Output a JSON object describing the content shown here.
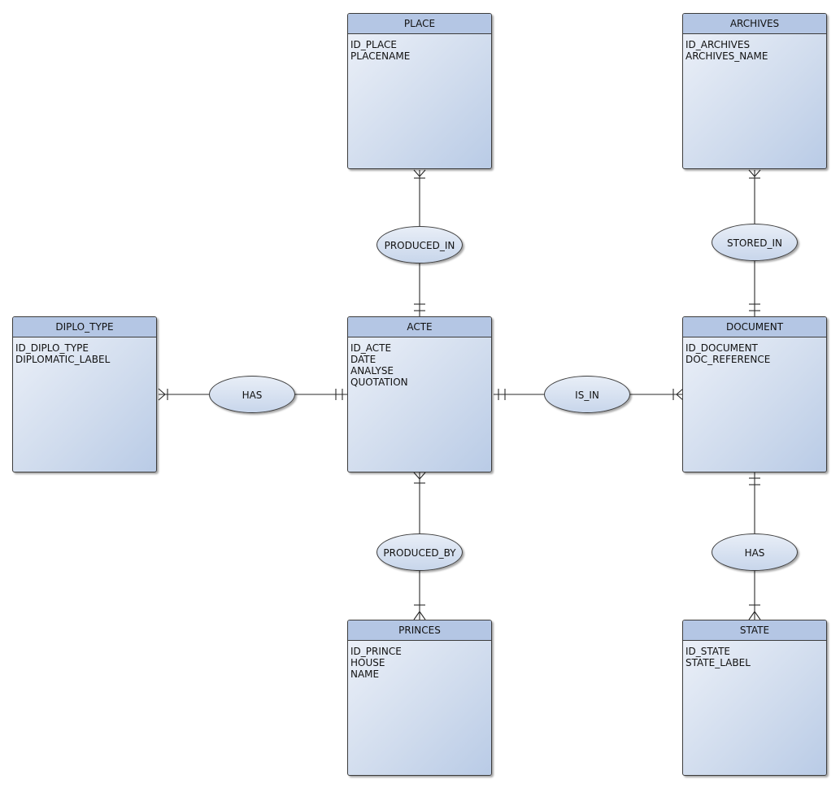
{
  "entities": {
    "place": {
      "name": "PLACE",
      "attributes": [
        "ID_PLACE",
        "PLACENAME"
      ]
    },
    "archives": {
      "name": "ARCHIVES",
      "attributes": [
        "ID_ARCHIVES",
        "ARCHIVES_NAME"
      ]
    },
    "diplo_type": {
      "name": "DIPLO_TYPE",
      "attributes": [
        "ID_DIPLO_TYPE",
        "DIPLOMATIC_LABEL"
      ]
    },
    "acte": {
      "name": "ACTE",
      "attributes": [
        "ID_ACTE",
        "DATE",
        "ANALYSE",
        "QUOTATION"
      ]
    },
    "document": {
      "name": "DOCUMENT",
      "attributes": [
        "ID_DOCUMENT",
        "DOC_REFERENCE"
      ]
    },
    "princes": {
      "name": "PRINCES",
      "attributes": [
        "ID_PRINCE",
        "HOUSE",
        "NAME"
      ]
    },
    "state": {
      "name": "STATE",
      "attributes": [
        "ID_STATE",
        "STATE_LABEL"
      ]
    }
  },
  "relations": {
    "produced_in": "PRODUCED_IN",
    "stored_in": "STORED_IN",
    "has_diplo": "HAS",
    "is_in": "IS_IN",
    "produced_by": "PRODUCED_BY",
    "has_state": "HAS"
  },
  "colors": {
    "entity_header": "#b4c6e4",
    "entity_body": "#cfdbed",
    "border": "#3c3c3c",
    "line": "#2a2a2a"
  }
}
